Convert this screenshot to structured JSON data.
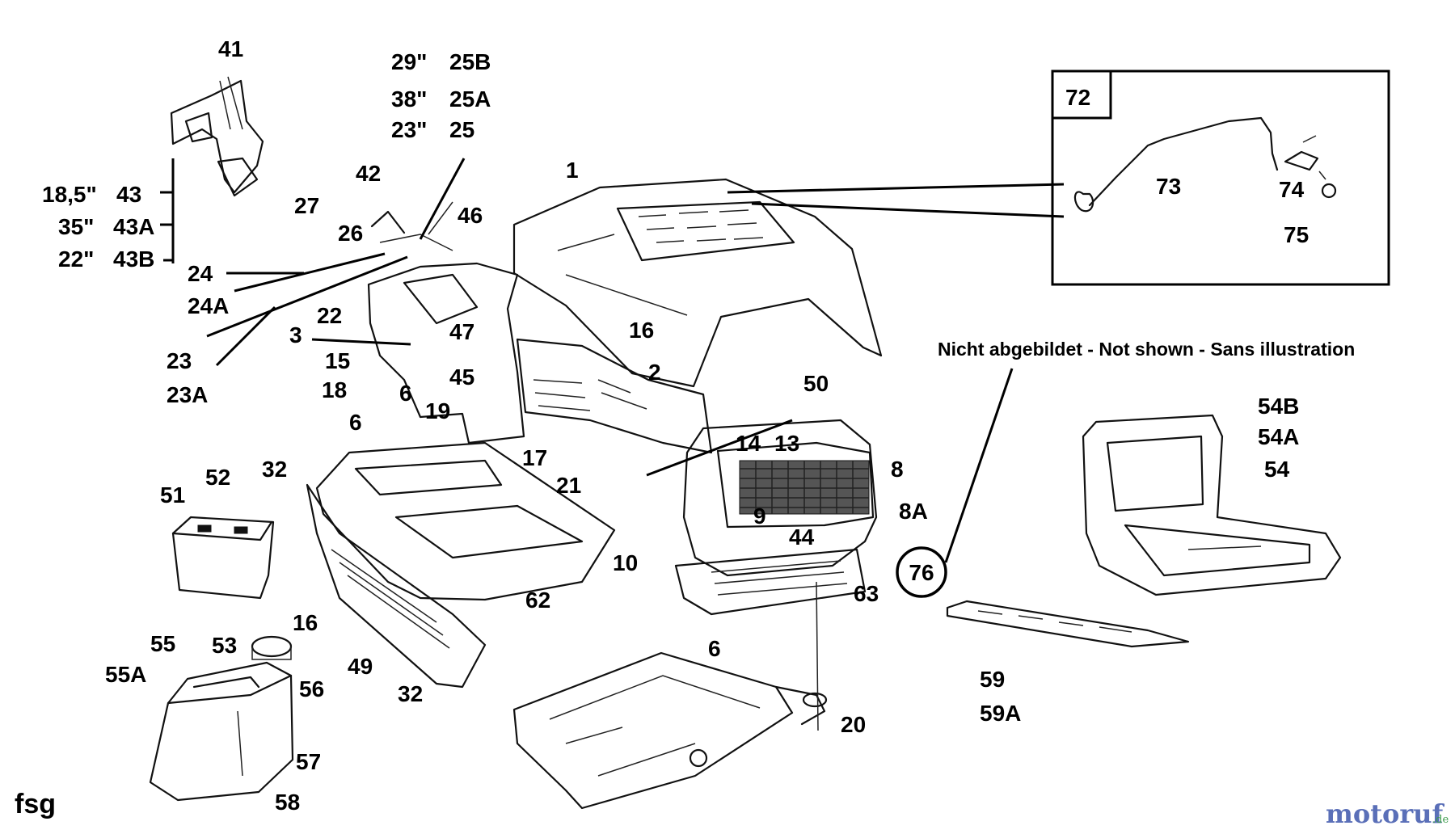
{
  "callouts": {
    "c1": "1",
    "c2": "2",
    "c3": "3",
    "c6a": "6",
    "c6b": "6",
    "c6c": "6",
    "c8": "8",
    "c8a": "8A",
    "c9": "9",
    "c10": "10",
    "c13": "13",
    "c14": "14",
    "c15": "15",
    "c16a": "16",
    "c16b": "16",
    "c17": "17",
    "c18": "18",
    "c19": "19",
    "c20": "20",
    "c21": "21",
    "c22": "22",
    "c23": "23",
    "c23a": "23A",
    "c24": "24",
    "c24a": "24A",
    "c25": "25",
    "c25a": "25A",
    "c25b": "25B",
    "c26": "26",
    "c27": "27",
    "c32a": "32",
    "c32b": "32",
    "c41": "41",
    "c42": "42",
    "c43": "43",
    "c43a": "43A",
    "c43b": "43B",
    "c44": "44",
    "c45": "45",
    "c46": "46",
    "c47": "47",
    "c49": "49",
    "c50": "50",
    "c51": "51",
    "c52": "52",
    "c53": "53",
    "c54": "54",
    "c54a": "54A",
    "c54b": "54B",
    "c55": "55",
    "c55a": "55A",
    "c56": "56",
    "c57": "57",
    "c58": "58",
    "c59": "59",
    "c59a": "59A",
    "c62": "62",
    "c63": "63",
    "c72": "72",
    "c73": "73",
    "c74": "74",
    "c75": "75",
    "c76": "76"
  },
  "sizes": {
    "s29": "29\"",
    "s38": "38\"",
    "s23": "23\"",
    "s185": "18,5\"",
    "s35": "35\"",
    "s22": "22\""
  },
  "note": "Nicht abgebildet - Not shown - Sans illustration",
  "corner_code": "fsg",
  "watermark": {
    "main": "motoruf",
    "suffix": ".de"
  },
  "colors": {
    "ink": "#000000",
    "paper": "#ffffff",
    "brand_1": "#5a6fb8",
    "brand_2": "#c8492f",
    "brand_3": "#3a9b4a"
  }
}
